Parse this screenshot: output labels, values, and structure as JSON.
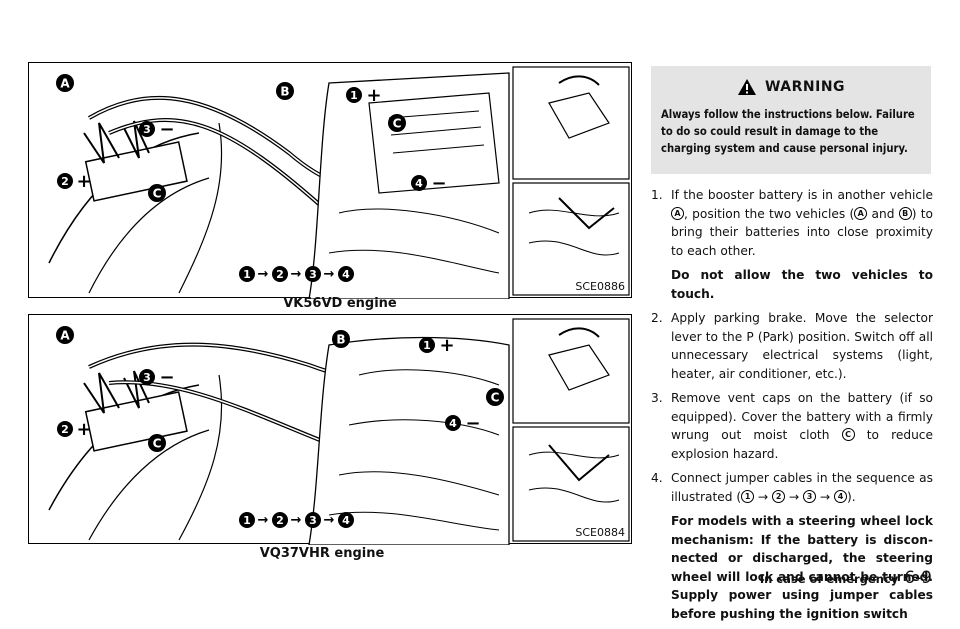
{
  "figures": [
    {
      "code": "SCE0886",
      "caption": "VK56VD engine"
    },
    {
      "code": "SCE0884",
      "caption": "VQ37VHR engine"
    }
  ],
  "labels": {
    "a": "A",
    "b": "B",
    "c": "C",
    "n1": "1",
    "n2": "2",
    "n3": "3",
    "n4": "4",
    "plus": "+",
    "minus": "−",
    "arrow": "→"
  },
  "warning": {
    "title": "WARNING",
    "text": "Always follow the instructions below. Failure to do so could result in damage to the charging system and cause personal injury."
  },
  "steps": [
    {
      "num": "1.",
      "parts": [
        "If the booster battery is in another vehicle ",
        ", position the two vehicles (",
        " and ",
        ") to bring their batteries into close proximity to each other."
      ],
      "bold": "Do not allow the two vehicles to touch."
    },
    {
      "num": "2.",
      "text": "Apply parking brake. Move the selector lever to the P (Park) position. Switch off all unnecessary electrical systems (light, heater, air conditioner, etc.)."
    },
    {
      "num": "3.",
      "parts": [
        "Remove vent caps on the battery (if so equipped). Cover the battery with a firmly wrung out moist cloth ",
        " to reduce explosion hazard."
      ]
    },
    {
      "num": "4.",
      "parts": [
        "Connect jumper cables in the sequence as illustrated (",
        ")."
      ],
      "bold": "For models with a steering wheel lock mechanism: If the battery is discon­nected or discharged, the steering wheel will lock and cannot be turned. Supply power using jumper cables before pushing the ignition switch"
    }
  ],
  "footer": {
    "section": "In case of emergency",
    "page": "6-9"
  }
}
